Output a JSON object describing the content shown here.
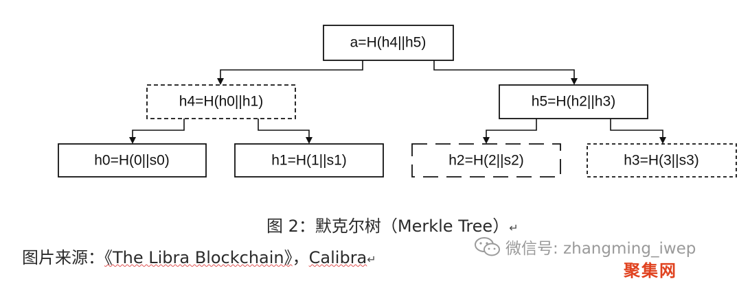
{
  "diagram": {
    "nodes": {
      "root": "a=H(h4||h5)",
      "h4": "h4=H(h0||h1)",
      "h5": "h5=H(h2||h3)",
      "h0": "h0=H(0||s0)",
      "h1": "h1=H(1||s1)",
      "h2": "h2=H(2||s2)",
      "h3": "h3=H(3||s3)"
    }
  },
  "caption": {
    "label": "图 2：默克尔树（Merkle Tree）"
  },
  "source": {
    "prefix": "图片来源：",
    "title": "《The Libra Blockchain》",
    "separator": "，",
    "org": "Calibra"
  },
  "watermark": {
    "text": "微信号: zhangming_iwep"
  },
  "logo": {
    "text": "聚集网"
  }
}
